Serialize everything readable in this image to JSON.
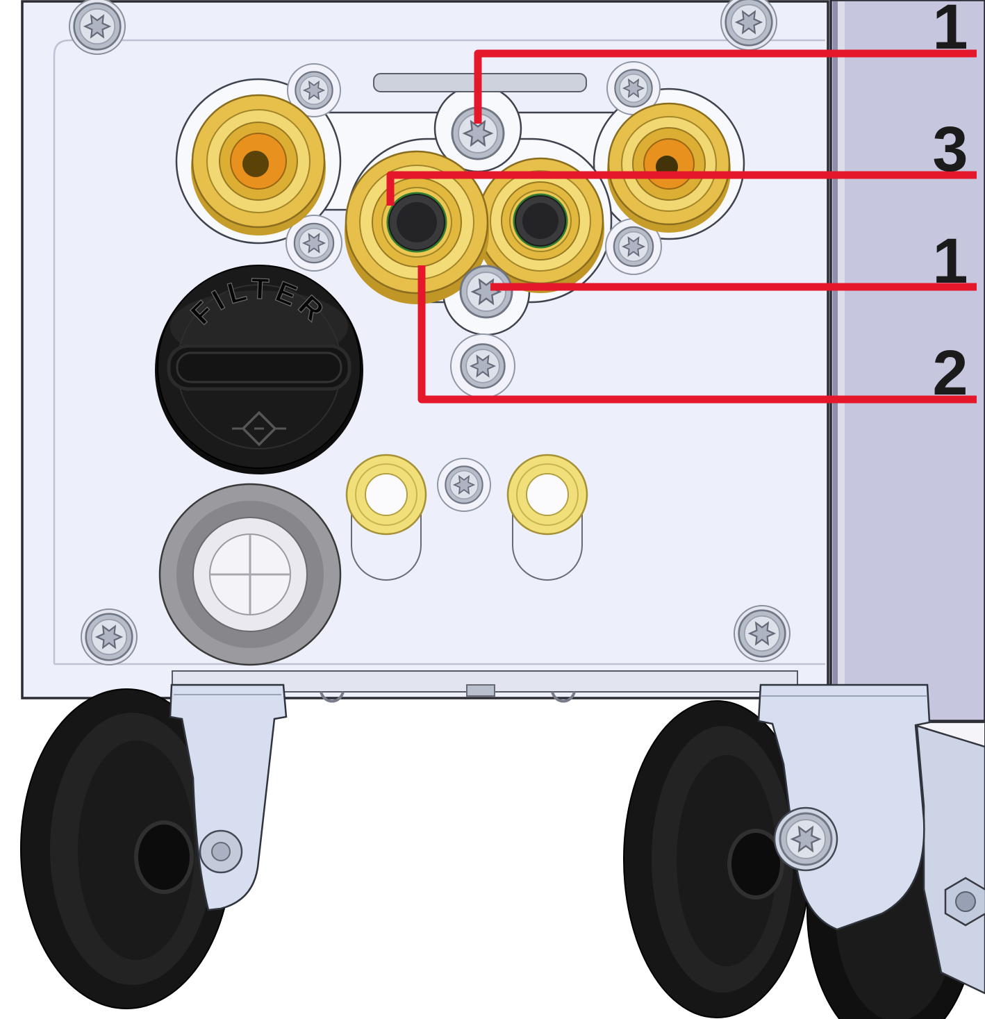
{
  "diagram": {
    "description": "Rear lower panel of machine with connection sockets, filter cap and castor wheels",
    "callouts": [
      {
        "id": "callout-top",
        "label": "1"
      },
      {
        "id": "callout-second",
        "label": "3"
      },
      {
        "id": "callout-third",
        "label": "1"
      },
      {
        "id": "callout-bottom",
        "label": "2"
      }
    ],
    "filter_cap": {
      "label": "FILTER"
    },
    "colors": {
      "callout_red": "#e5172b",
      "brass": "#e6c04a",
      "panel_face": "#edeffa",
      "panel_side": "#c6c6de"
    }
  }
}
